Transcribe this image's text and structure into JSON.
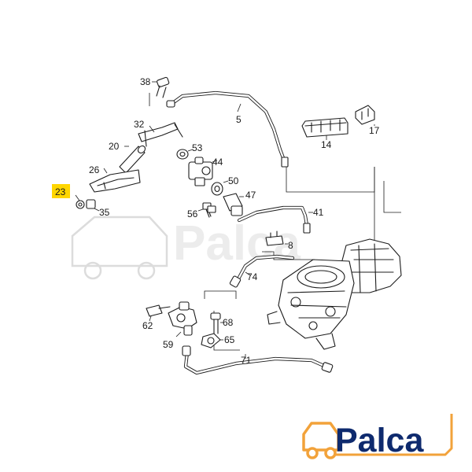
{
  "callouts": {
    "c38": "38",
    "c32": "32",
    "c5": "5",
    "c20": "20",
    "c26": "26",
    "c23": "23",
    "c35": "35",
    "c53": "53",
    "c44": "44",
    "c50": "50",
    "c47": "47",
    "c56": "56",
    "c41": "41",
    "c8": "8",
    "c74": "74",
    "c14": "14",
    "c17": "17",
    "c62": "62",
    "c68": "68",
    "c59": "59",
    "c65": "65",
    "c71": "71"
  },
  "highlighted_callout": "23",
  "colors": {
    "highlight": "#ffd600",
    "logo_blue": "#0e2a6e",
    "logo_orange": "#f2a23a",
    "watermark": "#dcdcdc"
  },
  "logo": {
    "text": "Palca"
  },
  "watermark": {
    "text": "Palca"
  }
}
